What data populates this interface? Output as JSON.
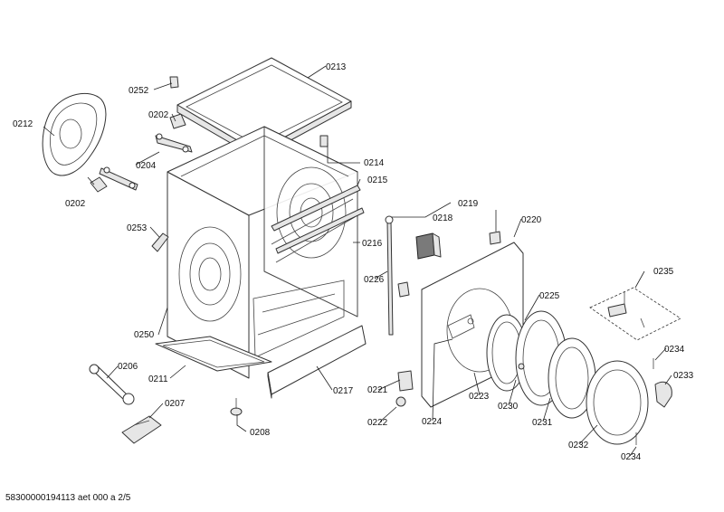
{
  "labels": {
    "p0213": "0213",
    "p0252": "0252",
    "p0212": "0212",
    "p0202a": "0202",
    "p0202b": "0202",
    "p0204": "0204",
    "p0214": "0214",
    "p0215": "0215",
    "p0253": "0253",
    "p0216": "0216",
    "p0250": "0250",
    "p0206": "0206",
    "p0211": "0211",
    "p0217": "0217",
    "p0207": "0207",
    "p0208": "0208",
    "p0219": "0219",
    "p0218": "0218",
    "p0220": "0220",
    "p0226": "0226",
    "p0235": "0235",
    "p0225": "0225",
    "p0234a": "0234",
    "p0233": "0233",
    "p0221": "0221",
    "p0223": "0223",
    "p0230": "0230",
    "p0231": "0231",
    "p0222": "0222",
    "p0224": "0224",
    "p0232": "0232",
    "p0234b": "0234"
  },
  "footer": {
    "code": "58300000194113 aet 000 a 2/5"
  }
}
